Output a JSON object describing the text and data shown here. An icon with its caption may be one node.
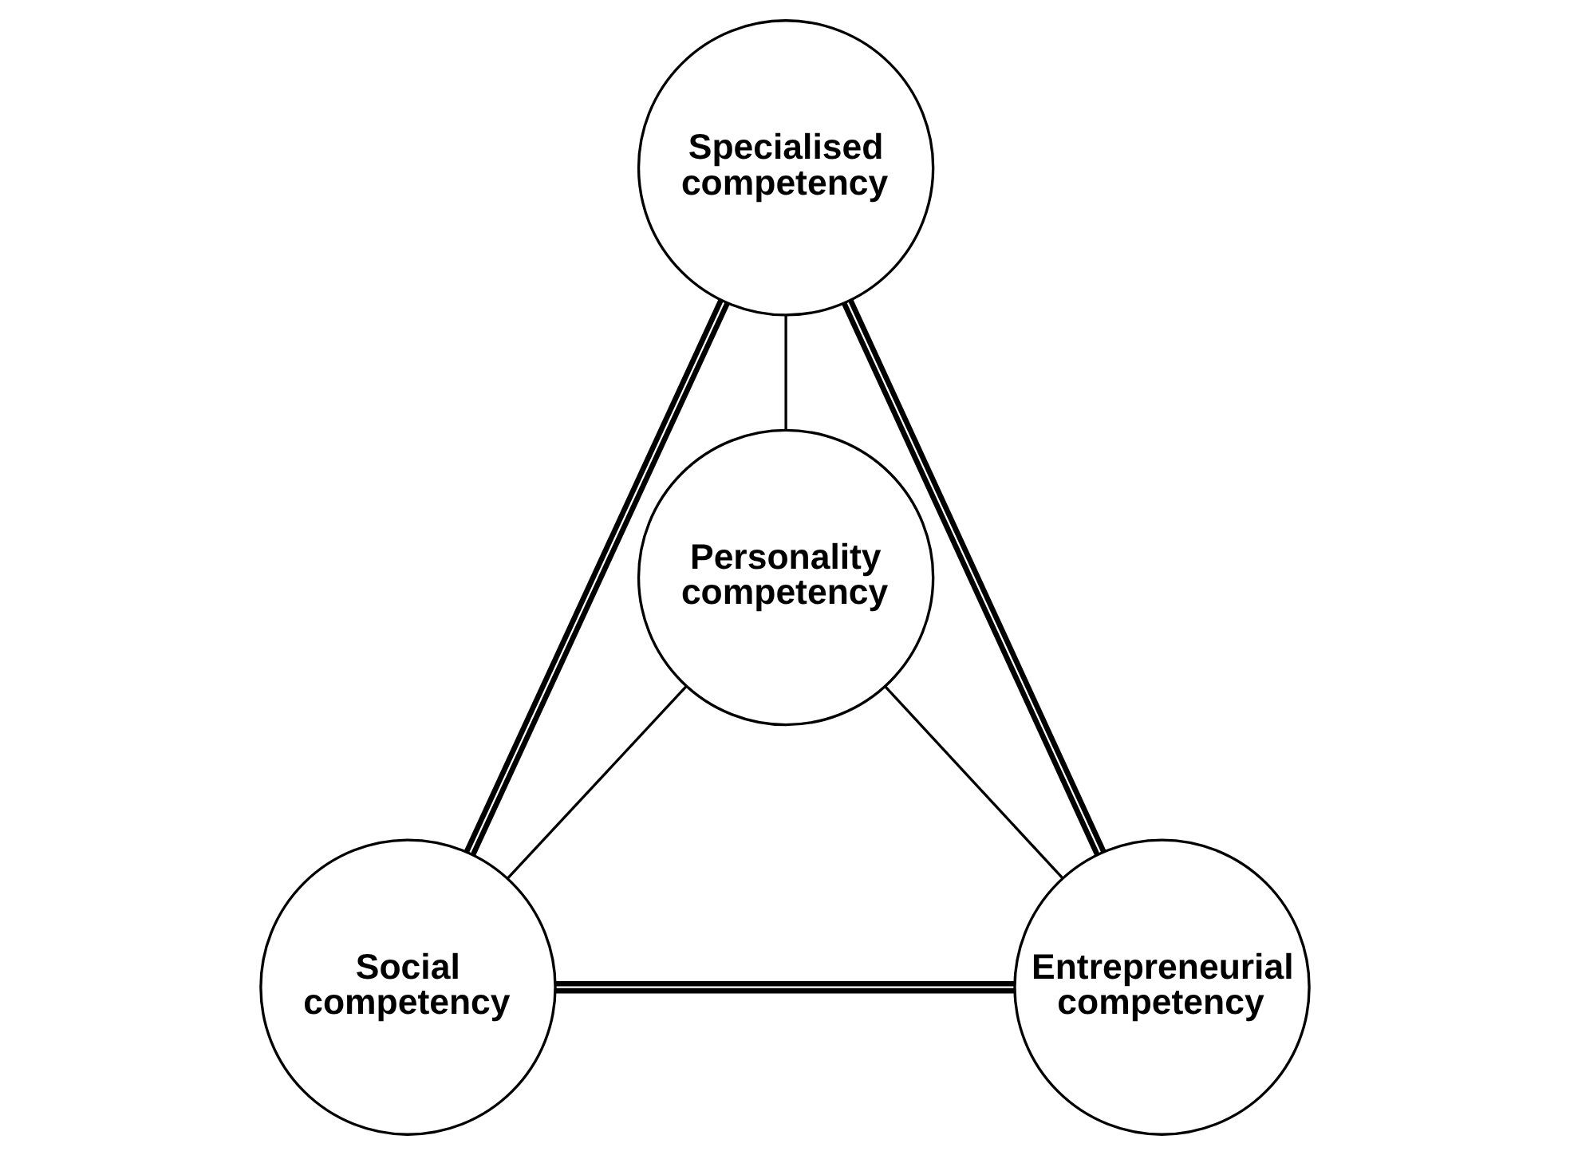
{
  "diagram": {
    "nodes": [
      {
        "text": [
          "Specialised competency"
        ]
      },
      {
        "text": [
          "Personality competency"
        ]
      },
      {
        "text": [
          "Social competency"
        ]
      },
      {
        "text": [
          "Entrepreneurial competency"
        ]
      }
    ],
    "edges": [
      {
        "from": 0,
        "to": 1,
        "arrow": "none"
      },
      {
        "from": 0,
        "to": 2,
        "arrow": "none",
        "style": "thick"
      },
      {
        "from": 0,
        "to": 3,
        "arrow": "none",
        "style": "thick"
      },
      {
        "from": 1,
        "to": 2,
        "arrow": "none"
      },
      {
        "from": 1,
        "to": 3,
        "arrow": "none"
      },
      {
        "from": 2,
        "to": 3,
        "arrow": "none",
        "style": "thick"
      }
    ]
  }
}
